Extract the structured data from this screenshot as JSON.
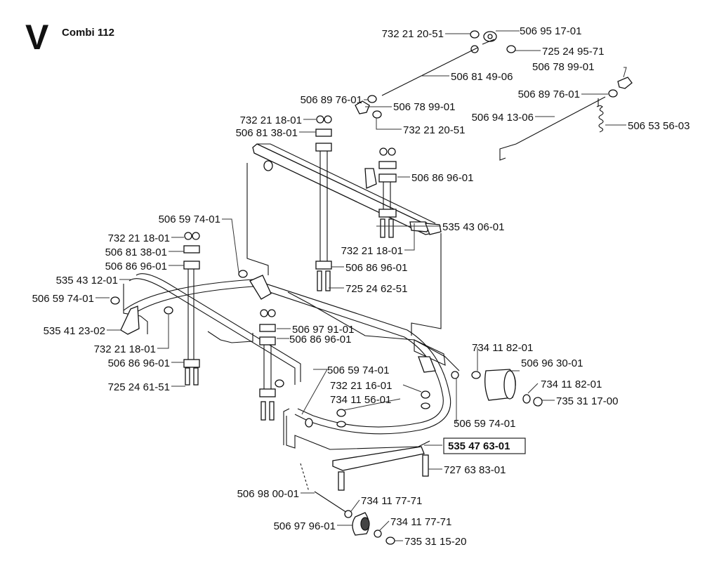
{
  "header": {
    "section_letter": "V",
    "model": "Combi 112"
  },
  "parts": {
    "p_732212051_a": "732 21 20-51",
    "p_506951701": "506 95 17-01",
    "p_725249571": "725 24 95-71",
    "p_506789901_a": "506 78 99-01",
    "p_506814906": "506 81 49-06",
    "p_506897601_a": "506 89 76-01",
    "p_506897601_b": "506 89 76-01",
    "p_506789901_b": "506 78 99-01",
    "p_732211801_a": "732 21 18-01",
    "p_506941306": "506 94 13-06",
    "p_506813801_a": "506 81 38-01",
    "p_732212051_b": "732 21 20-51",
    "p_506535603": "506 53 56-03",
    "p_506869601_a": "506 86 96-01",
    "p_506597401_a": "506 59 74-01",
    "p_535430601": "535 43 06-01",
    "p_732211801_b": "732 21 18-01",
    "p_506813801_b": "506 81 38-01",
    "p_732211801_c": "732 21 18-01",
    "p_506869601_b": "506 86 96-01",
    "p_506869601_c": "506 86 96-01",
    "p_535431201": "535 43 12-01",
    "p_725246251": "725 24 62-51",
    "p_506597401_b": "506 59 74-01",
    "p_535412302": "535 41 23-02",
    "p_506979101": "506 97 91-01",
    "p_506869601_d": "506 86 96-01",
    "p_732211801_d": "732 21 18-01",
    "p_734118201_a": "734 11 82-01",
    "p_506869601_e": "506 86 96-01",
    "p_506963001": "506 96 30-01",
    "p_506597401_c": "506 59 74-01",
    "p_734118201_b": "734 11 82-01",
    "p_725246151": "725 24 61-51",
    "p_732211601": "732 21 16-01",
    "p_735311700": "735 31 17-00",
    "p_734115601": "734 11 56-01",
    "p_506597401_d": "506 59 74-01",
    "p_535476301": "535 47 63-01",
    "p_727638301": "727 63 83-01",
    "p_506980001": "506 98 00-01",
    "p_734117771_a": "734 11 77-71",
    "p_506979601": "506 97 96-01",
    "p_734117771_b": "734 11 77-71",
    "p_735311520": "735 31 15-20"
  }
}
